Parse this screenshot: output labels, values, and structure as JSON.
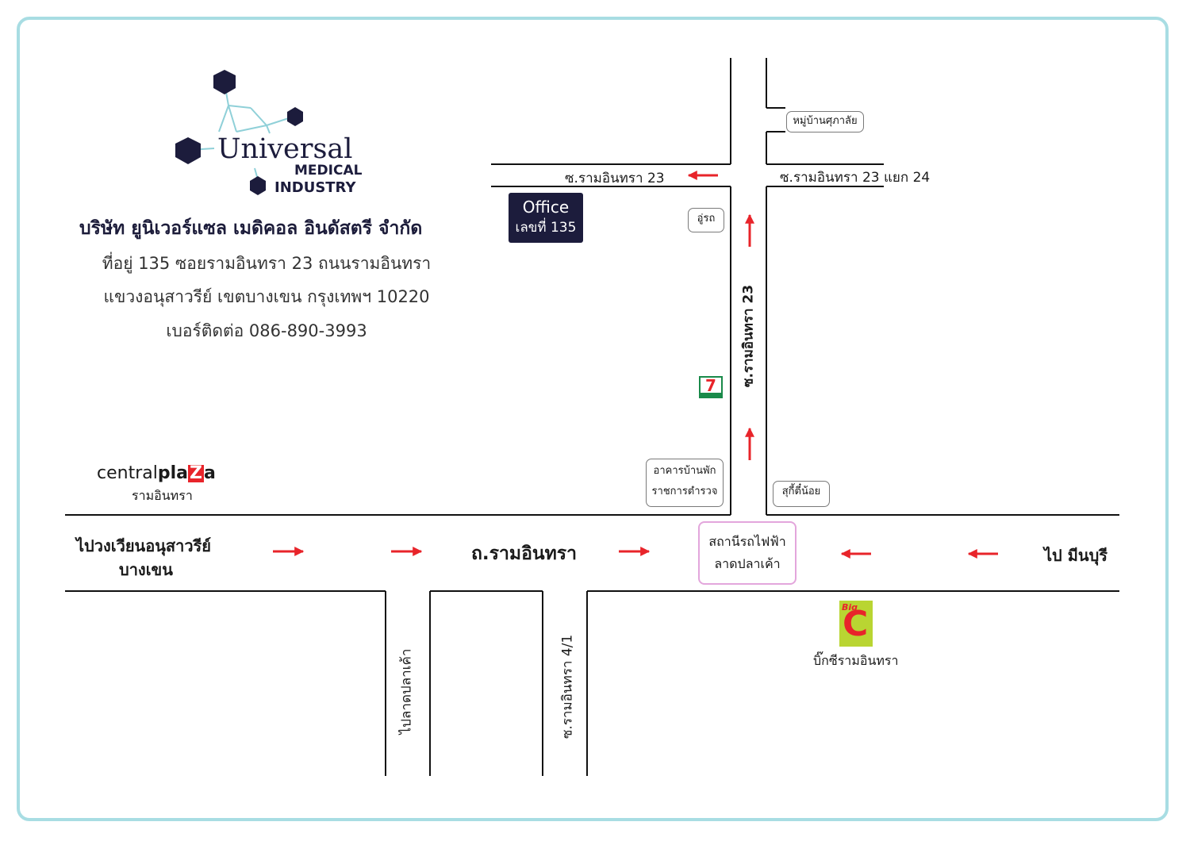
{
  "logo": {
    "line1": "Universal",
    "line2": "MEDICAL",
    "line3": "INDUSTRY"
  },
  "company": {
    "name": "บริษัท ยูนิเวอร์แซล เมดิคอล อินดัสตรี จำกัด",
    "address1": "ที่อยู่ 135 ซอยรามอินทรา 23 ถนนรามอินทรา",
    "address2": "แขวงอนุสาวรีย์ เขตบางเขน กรุงเทพฯ 10220",
    "phone": "เบอร์ติดต่อ 086-890-3993"
  },
  "office": {
    "line1": "Office",
    "line2": "เลขที่ 135"
  },
  "roads": {
    "soi23_west": "ซ.รามอินทรา 23",
    "soi23_junction24": "ซ.รามอินทรา 23 แยก 24",
    "soi23_vertical": "ซ.รามอินทรา 23",
    "main_road": "ถ.รามอินทรา",
    "soi4_1": "ซ.รามอินทรา 4/1",
    "to_lad_pla_khao": "ไปลาดปลาเค้า",
    "to_anusawari_1": "ไปวงเวียนอนุสาวรีย์",
    "to_anusawari_2": "บางเขน",
    "to_min_buri": "ไป มีนบุรี"
  },
  "landmarks": {
    "village": "หมู่บ้านศุภาลัย",
    "garage": "อู่รถ",
    "police_housing_1": "อาคารบ้านพัก",
    "police_housing_2": "ราชการตำรวจ",
    "suki": "สุกี้ตี๋น้อย",
    "station_1": "สถานีรถไฟฟ้า",
    "station_2": "ลาดปลาเค้า",
    "central_1": "central",
    "central_2": "pla",
    "central_3": "Z",
    "central_4": "a",
    "central_sub": "รามอินทรา",
    "seven_eleven": "7",
    "bigc_big": "Big",
    "bigc_c": "C",
    "bigc_label": "บิ๊กซีรามอินทรา"
  },
  "colors": {
    "frame": "#a8dde3",
    "navy": "#1c1c3c",
    "arrow": "#e8242a",
    "logo_line": "#8fd0d8",
    "station_border": "#e3a6dc",
    "bigc_green": "#b9d532"
  }
}
